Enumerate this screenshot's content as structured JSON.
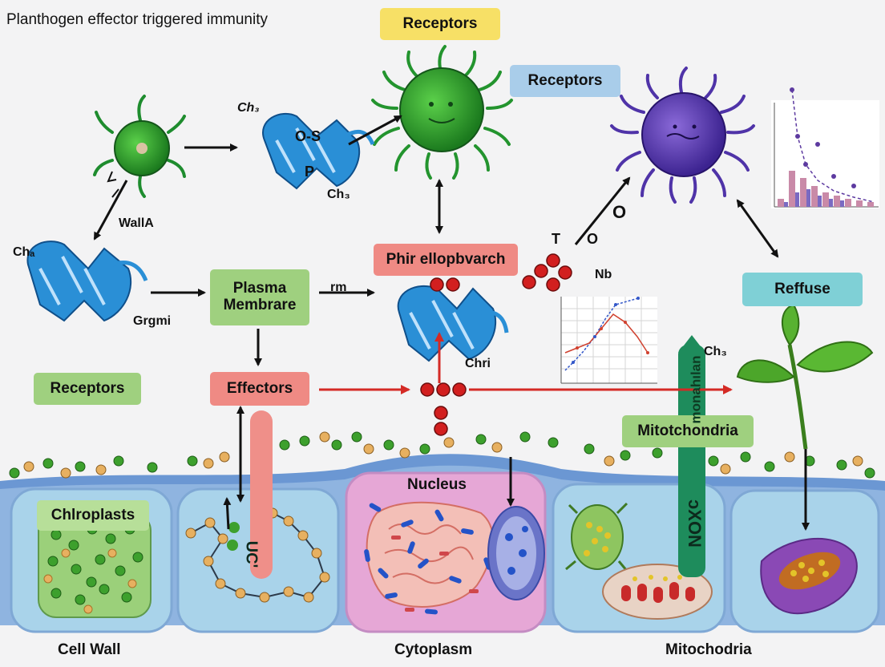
{
  "title": "Planthogen effector triggered immunity",
  "boxes": {
    "receptors_top": "Receptors",
    "receptors_right": "Receptors",
    "receptors_left": "Receptors",
    "phir": "Phir ellopbvarch",
    "plasma_membrane": "Plasma Membrare",
    "effectors": "Effectors",
    "mitochondria": "Mitotchondria",
    "refuse": "Reffuse",
    "chloroplasts": "Chlroplasts",
    "nucleus": "Nucleus"
  },
  "labels": {
    "ch3_top": "Ch₃",
    "ch3_mid": "Ch₃",
    "ch_left": "Chₐ",
    "wall_a": "WallA",
    "grgmi": "Grgmi",
    "rm": "rm",
    "chri": "Chri",
    "nb": "Nb",
    "t": "T",
    "o_big": "O",
    "o_small": "O",
    "ch3_right": "Ch₃",
    "os": "O-S",
    "p": "P",
    "ucc": "UC'",
    "vert_top": "monahılan",
    "vert_bottom": "ɔXON"
  },
  "bottom_labels": {
    "cell_wall": "Cell Wall",
    "cytoplasm": "Cytoplasm",
    "mitochondria": "Mitochodria"
  },
  "colors": {
    "membrane_blue": "#5e8ccd",
    "cell_fill": "#a9d3ea",
    "nucleus_pink": "#e6a7d6",
    "green_bead": "#3d9b2f",
    "orange_bead": "#e7b060",
    "red_arrow": "#d42a25",
    "teal_bar": "#1e8c5c",
    "pink_bar": "#ef8f89",
    "protein_blue": "#2a8fd6",
    "purple_cell": "#5b3aa6"
  }
}
